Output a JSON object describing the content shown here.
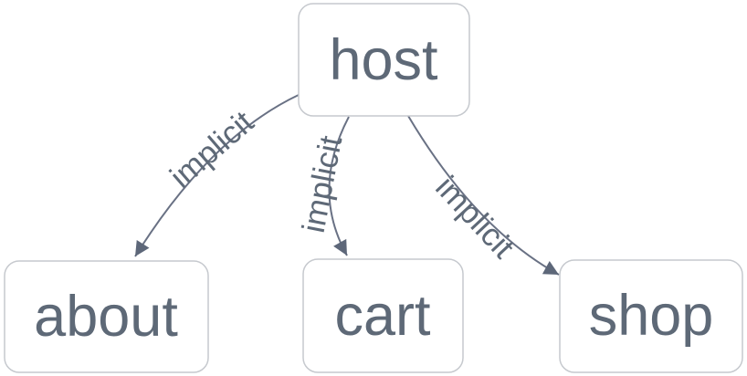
{
  "diagram": {
    "type": "directed-graph",
    "colors": {
      "background": "#ffffff",
      "node_fill": "#ffffff",
      "node_border": "#c6c9ce",
      "node_text": "#5e6977",
      "edge_line": "#697184",
      "edge_label_text": "#5e6977",
      "arrowhead": "#5d6779"
    },
    "nodes": [
      {
        "id": "host",
        "label": "host"
      },
      {
        "id": "about",
        "label": "about"
      },
      {
        "id": "cart",
        "label": "cart"
      },
      {
        "id": "shop",
        "label": "shop"
      }
    ],
    "edges": [
      {
        "from": "host",
        "to": "about",
        "label": "implicit"
      },
      {
        "from": "host",
        "to": "cart",
        "label": "implicit"
      },
      {
        "from": "host",
        "to": "shop",
        "label": "implicit"
      }
    ]
  }
}
